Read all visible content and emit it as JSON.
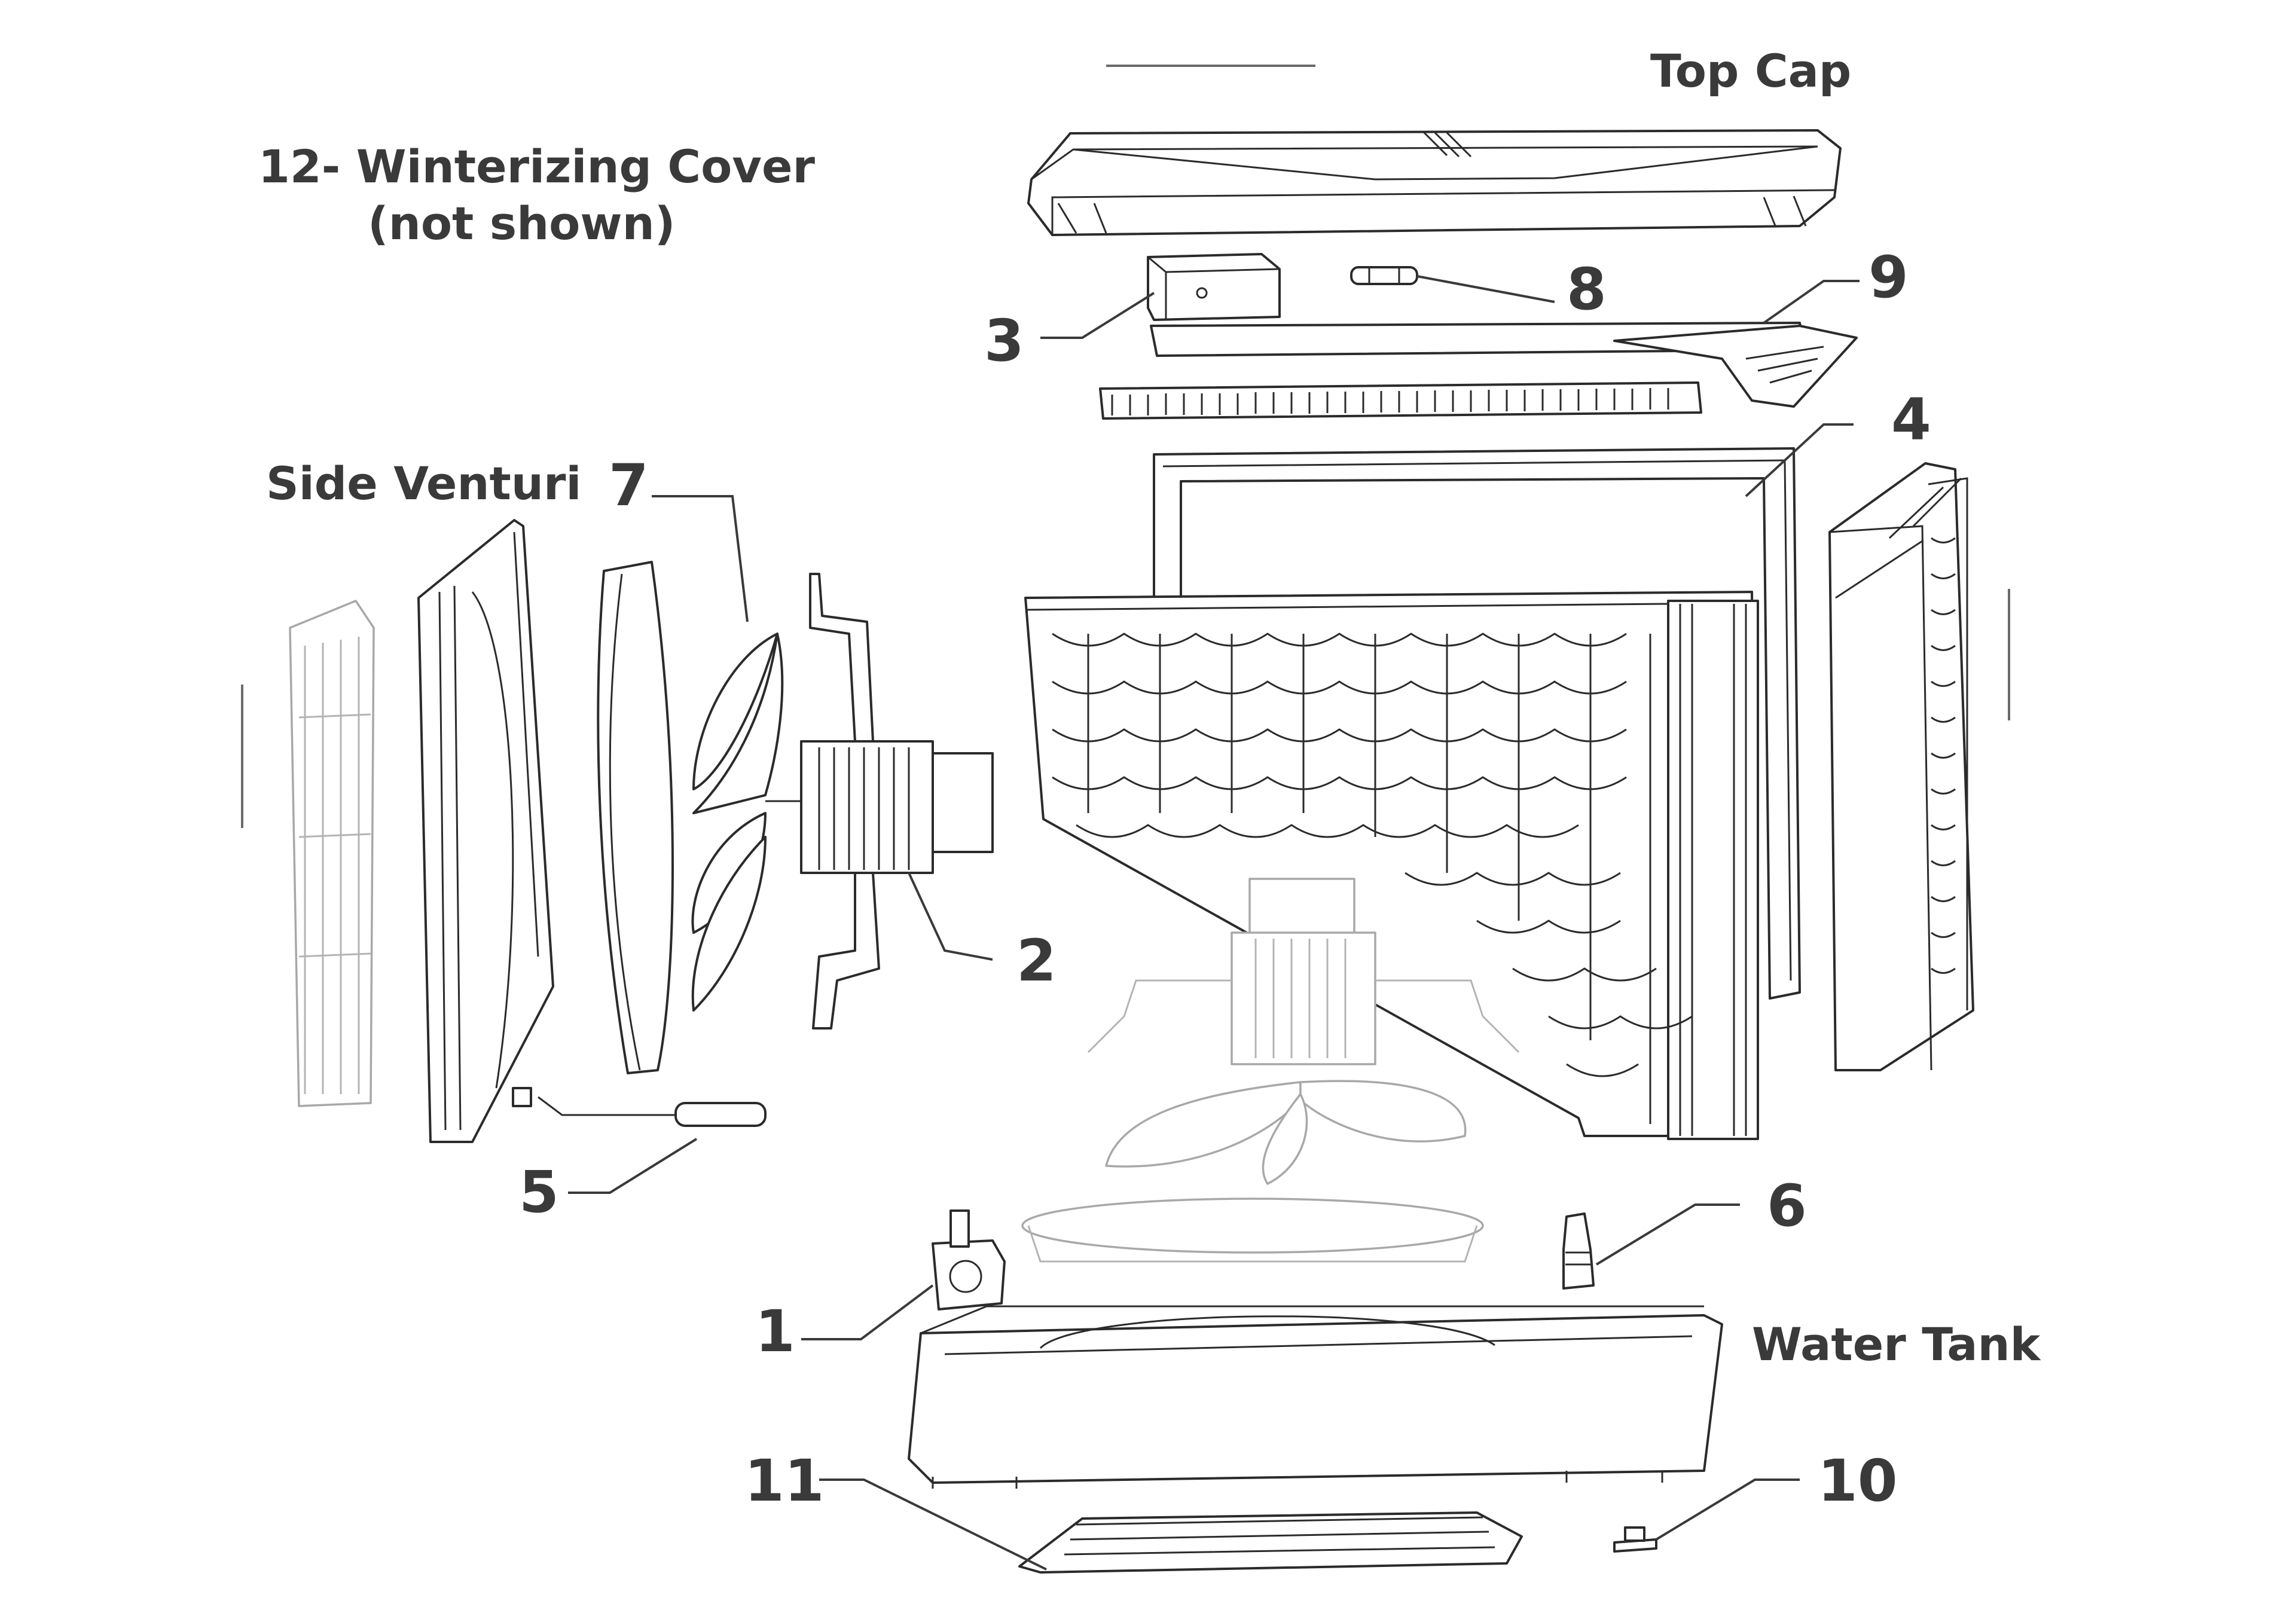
{
  "labels": {
    "top_cap": "Top Cap",
    "winterizing_line1": "12- Winterizing Cover",
    "winterizing_line2": "(not shown)",
    "side_venturi": "Side Venturi",
    "water_tank": "Water Tank"
  },
  "callouts": {
    "c1": "1",
    "c2": "2",
    "c3": "3",
    "c4": "4",
    "c5": "5",
    "c6": "6",
    "c7": "7",
    "c8": "8",
    "c9": "9",
    "c10": "10",
    "c11": "11"
  },
  "colors": {
    "line": "#2b2b2b",
    "ghost": "#a8a8a8",
    "text": "#3a3a3a",
    "background": "#ffffff"
  }
}
